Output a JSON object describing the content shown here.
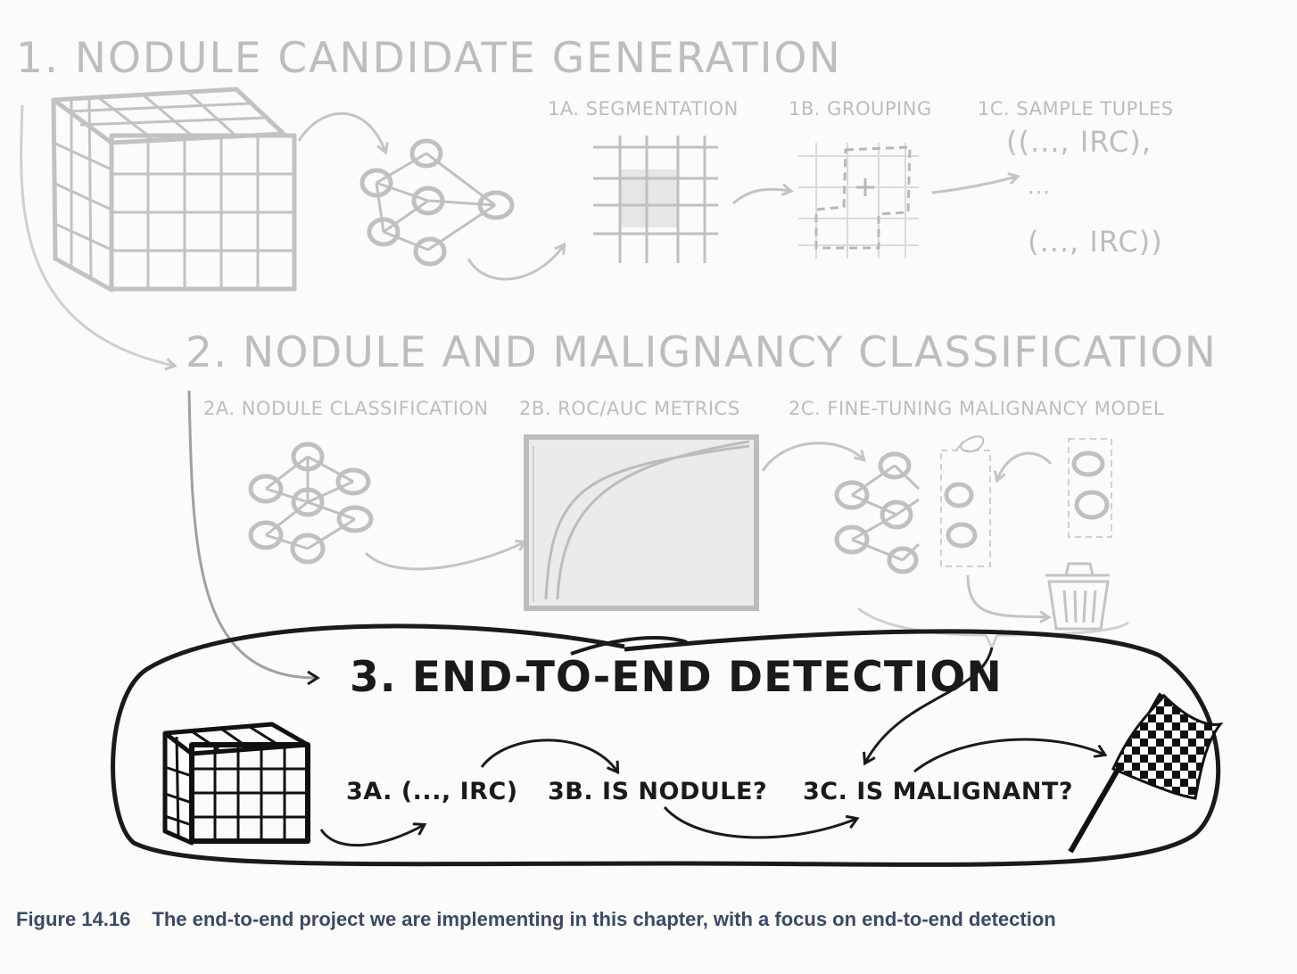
{
  "sections": {
    "s1": {
      "title": "1. NODULE CANDIDATE GENERATION",
      "a": "1A. SEGMENTATION",
      "b": "1B. GROUPING",
      "c": "1C. SAMPLE TUPLES",
      "tuple_first": "((..., IRC),",
      "tuple_ellipsis": "...",
      "tuple_last": "(..., IRC))"
    },
    "s2": {
      "title": "2. NODULE AND MALIGNANCY CLASSIFICATION",
      "a": "2A. NODULE CLASSIFICATION",
      "b": "2B. ROC/AUC METRICS",
      "c": "2C. FINE-TUNING MALIGNANCY MODEL"
    },
    "s3": {
      "title": "3. END-TO-END DETECTION",
      "a": "3A. (..., IRC)",
      "b": "3B. IS NODULE?",
      "c": "3C. IS MALIGNANT?"
    }
  },
  "caption": {
    "figure": "Figure 14.16",
    "text": "The end-to-end project we are implementing in this chapter, with a focus on end-to-end detection"
  },
  "icons": [
    "ct-volume-icon",
    "neural-network-icon",
    "segmentation-grid-icon",
    "grouping-grid-icon",
    "roc-curve-icon",
    "trash-can-icon",
    "checkered-flag-icon"
  ],
  "colors": {
    "faded": "#bdbdbd",
    "ink": "#1a1a1a",
    "caption": "#3a4a66"
  }
}
